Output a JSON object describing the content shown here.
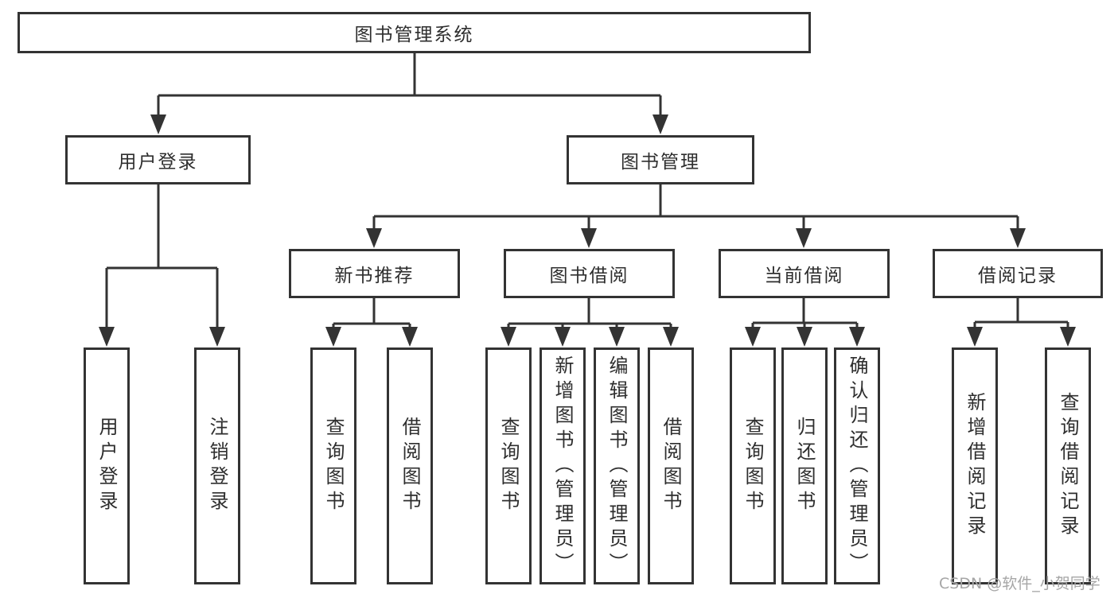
{
  "colors": {
    "background": "#ffffff",
    "box_border": "#333333",
    "connector_line": "#333333",
    "text": "#2e2e2e",
    "watermark": "#a6a6a6"
  },
  "tree": {
    "root": {
      "label": "图书管理系统",
      "children": [
        {
          "label": "用户登录",
          "children": [
            {
              "label": "用户登录"
            },
            {
              "label": "注销登录"
            }
          ]
        },
        {
          "label": "图书管理",
          "children": [
            {
              "label": "新书推荐",
              "children": [
                {
                  "label": "查询图书"
                },
                {
                  "label": "借阅图书"
                }
              ]
            },
            {
              "label": "图书借阅",
              "children": [
                {
                  "label": "查询图书"
                },
                {
                  "label": "新增图书（管理员）"
                },
                {
                  "label": "编辑图书（管理员）"
                },
                {
                  "label": "借阅图书"
                }
              ]
            },
            {
              "label": "当前借阅",
              "children": [
                {
                  "label": "查询图书"
                },
                {
                  "label": "归还图书"
                },
                {
                  "label": "确认归还（管理员）"
                }
              ]
            },
            {
              "label": "借阅记录",
              "children": [
                {
                  "label": "新增借阅记录"
                },
                {
                  "label": "查询借阅记录"
                }
              ]
            }
          ]
        }
      ]
    }
  },
  "watermark": {
    "text": "CSDN @软件_小贺同学"
  }
}
